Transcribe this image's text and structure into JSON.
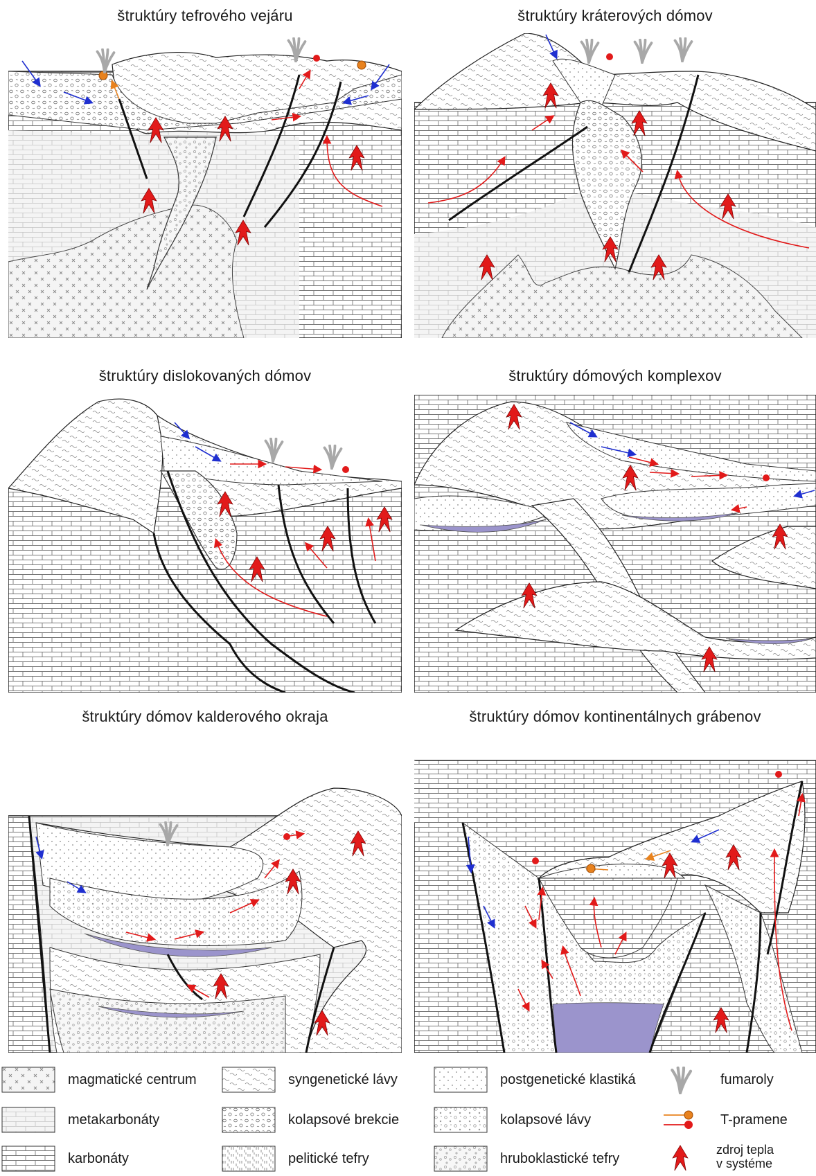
{
  "panels": [
    {
      "title": "štruktúry tefrového vejáru"
    },
    {
      "title": "štruktúry kráterových dómov"
    },
    {
      "title": "štruktúry dislokovaných dómov"
    },
    {
      "title": "štruktúry dómových komplexov"
    },
    {
      "title": "štruktúry dómov kalderového okraja"
    },
    {
      "title": "štruktúry dómov kontinentálnych grábenov"
    }
  ],
  "legend": [
    {
      "pattern": "magmatic",
      "label": "magmatické centrum"
    },
    {
      "pattern": "metacarb",
      "label": "metakarbonáty"
    },
    {
      "pattern": "carb",
      "label": "karbonáty"
    },
    {
      "pattern": "lava",
      "label": "syngenetické lávy"
    },
    {
      "pattern": "breccia",
      "label": "kolapsové brekcie"
    },
    {
      "pattern": "pelitic",
      "label": "pelitické tefry"
    },
    {
      "pattern": "clastic",
      "label": "postgenetické klastiká"
    },
    {
      "pattern": "collapse",
      "label": "kolapsové lávy"
    },
    {
      "pattern": "coarse",
      "label": "hruboklastické tefry"
    },
    {
      "symbol": "fumarole-icon",
      "label": "fumaroly"
    },
    {
      "symbol": "spring-icon",
      "label": "T-pramene"
    },
    {
      "symbol": "heat-arrow-icon",
      "label_line1": "zdroj tepla",
      "label_line2": "v systéme"
    }
  ],
  "colors": {
    "fill": "#f2f2f2",
    "line": "#222222",
    "pattern": "#8a8a8a",
    "water": "#9b94cc",
    "heat": "#e21a1a",
    "cold": "#1f2fd0",
    "spring": "#e8821e",
    "fumarole": "#a8a8a8"
  }
}
